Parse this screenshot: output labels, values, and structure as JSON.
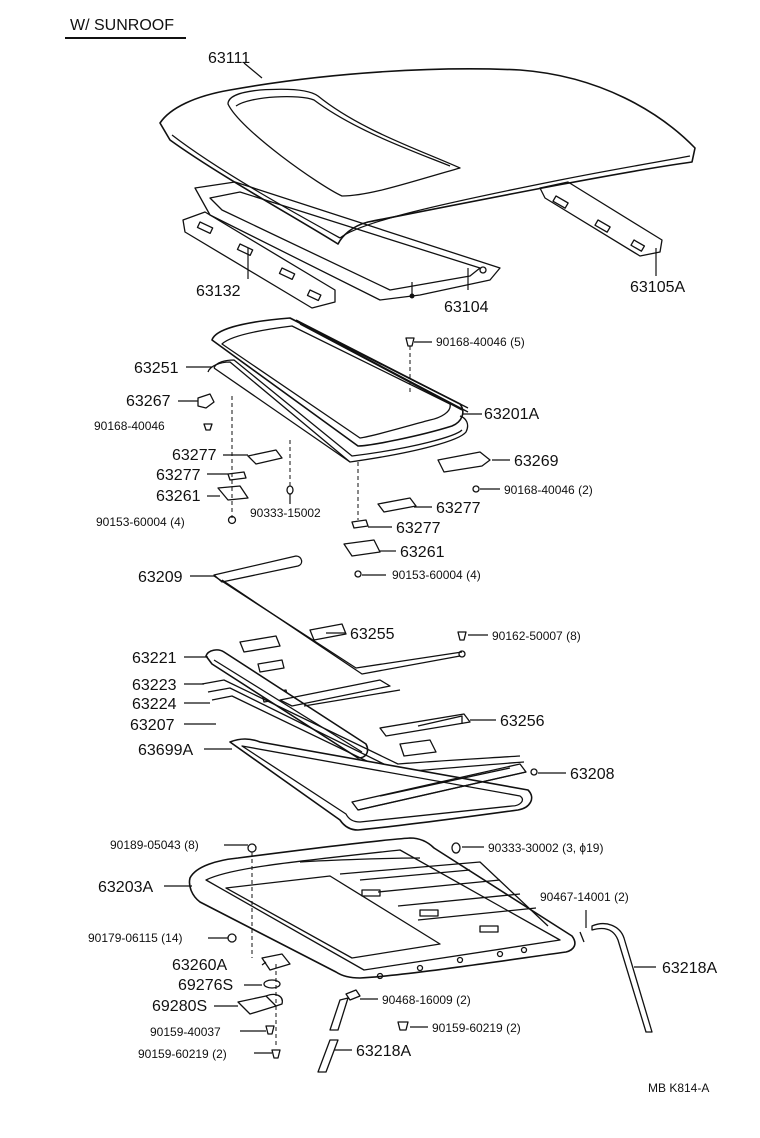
{
  "header": {
    "title": "W/ SUNROOF"
  },
  "labels": {
    "p63111": "63111",
    "p63132": "63132",
    "p63104": "63104",
    "p63105A": "63105A",
    "p63251": "63251",
    "p90168_a": "90168-40046 (5)",
    "p63267": "63267",
    "p90168_b": "90168-40046",
    "p63201A": "63201A",
    "p63277_a": "63277",
    "p63277_b": "63277",
    "p63261_a": "63261",
    "p90153_a": "90153-60004 (4)",
    "p90333_a": "90333-15002",
    "p63269": "63269",
    "p90168_c": "90168-40046 (2)",
    "p63277_c": "63277",
    "p63277_d": "63277",
    "p63261_b": "63261",
    "p90153_b": "90153-60004 (4)",
    "p63209": "63209",
    "p63255": "63255",
    "p90162": "90162-50007 (8)",
    "p63221": "63221",
    "p63223": "63223",
    "p63224": "63224",
    "p63207": "63207",
    "p63256": "63256",
    "p63699A": "63699A",
    "p63208": "63208",
    "p90189": "90189-05043 (8)",
    "p90333_b": "90333-30002 (3, ϕ19)",
    "p63203A": "63203A",
    "p90467": "90467-14001 (2)",
    "p90179": "90179-06115 (14)",
    "p63218A_a": "63218A",
    "p63260A": "63260A",
    "p69276S": "69276S",
    "p69280S": "69280S",
    "p90468": "90468-16009 (2)",
    "p90159_a": "90159-40037",
    "p90159_b": "90159-60219 (2)",
    "p90159_c": "90159-60219 (2)",
    "p63218A_b": "63218A"
  },
  "footer": {
    "code": "MB  K814-A"
  }
}
